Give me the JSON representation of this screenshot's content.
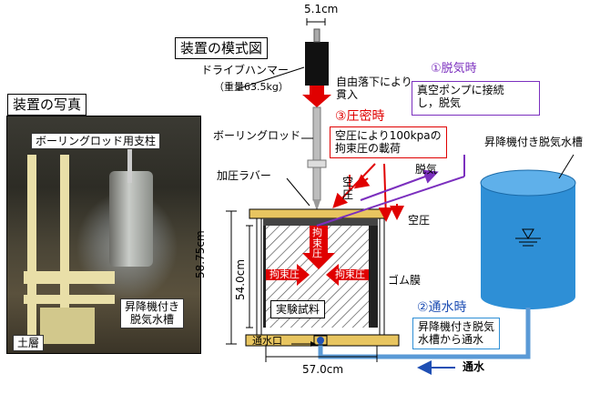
{
  "title_diagram": "装置の模式図",
  "title_photo": "装置の写真",
  "rod_width": "5.1cm",
  "hammer_label": "ドライブハンマー",
  "hammer_weight": "（重量63.5kg）",
  "free_fall": "自由落下により\n貫入",
  "degas_title": "①脱気時",
  "degas_text": "真空ポンプに接続\nし，脱気",
  "pressure_title": "③圧密時",
  "pressure_text": "空圧により100kpaの\n拘束圧の載荷",
  "boring_rod": "ボーリングロッド",
  "rubber_label": "加圧ラバー",
  "air_pressure_1": "空\n圧",
  "air_pressure_2": "空圧",
  "degas_arrow": "脱気",
  "tank_label": "昇降機付き脱気水槽",
  "height_outer": "58.75cm",
  "height_inner": "54.0cm",
  "confining_top": "拘\n束\n圧",
  "confining_left": "拘束圧",
  "confining_right": "拘束圧",
  "rubber_membrane": "ゴム膜",
  "specimen": "実験試料",
  "water_inlet": "通水口",
  "width": "57.0cm",
  "flow_title": "②通水時",
  "flow_text": "昇降機付き脱気\n水槽から通水",
  "water_flow": "通水",
  "photo_support": "ボーリングロッド用支柱",
  "photo_tank": "昇降機付き\n脱気水槽",
  "photo_soil": "土層",
  "colors": {
    "red": "#e00000",
    "purple": "#7b2fbe",
    "blue": "#1f4fb4",
    "tank": "#2e8fd6",
    "frame": "#e8c560"
  }
}
